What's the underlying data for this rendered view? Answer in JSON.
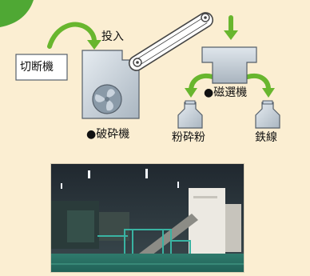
{
  "labels": {
    "cutter": "切断機",
    "input": "投入",
    "crusher": "●破砕機",
    "separator": "●磁選機",
    "powder": "粉砕粉",
    "wire": "鉄線"
  },
  "colors": {
    "background": "#fbeed2",
    "arrow_green": "#68b62e",
    "machine_fill": "#c9d3dd",
    "machine_stroke": "#555f6a",
    "corner_green": "#4fa834"
  }
}
